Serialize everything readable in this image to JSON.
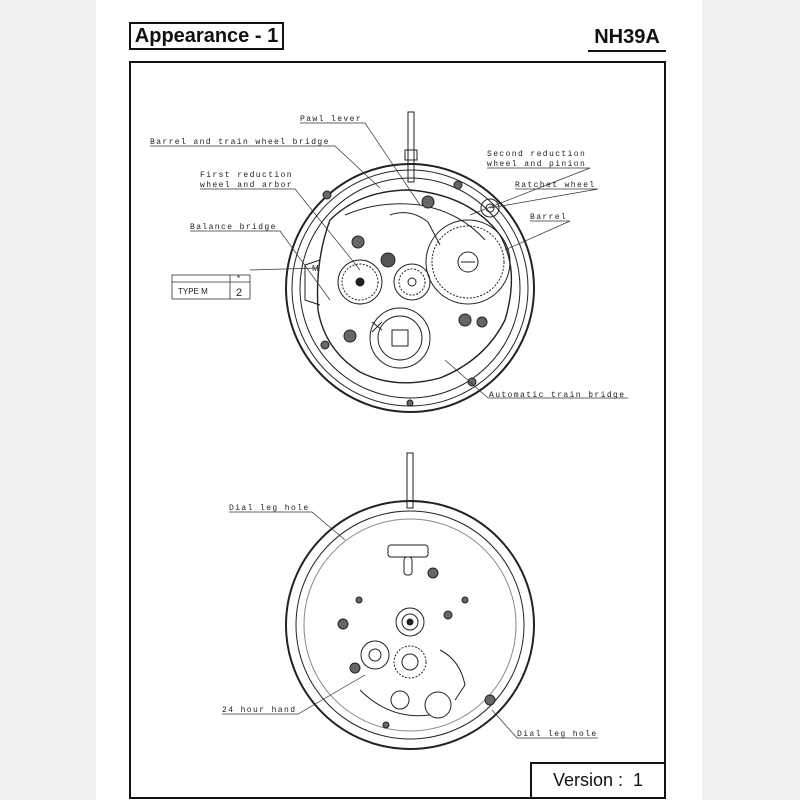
{
  "header": {
    "title": "Appearance - 1",
    "model": "NH39A"
  },
  "top_view": {
    "callouts": {
      "pawl_lever": "Pawl lever",
      "barrel_bridge": "Barrel and train wheel bridge",
      "first_reduction_1": "First reduction",
      "first_reduction_2": "wheel and arbor",
      "balance_bridge": "Balance bridge",
      "second_reduction_1": "Second reduction",
      "second_reduction_2": "wheel and pinion",
      "ratchet_wheel": "Ratchet wheel",
      "barrel": "Barrel",
      "automatic_train_bridge": "Automatic train bridge"
    },
    "type_table": {
      "type_label": "TYPE M",
      "star": "*",
      "value": "2",
      "marker": "M"
    }
  },
  "bottom_view": {
    "callouts": {
      "dial_leg_hole_top": "Dial leg hole",
      "hour24_hand": "24 hour hand",
      "dial_leg_hole_bottom": "Dial leg hole"
    }
  },
  "footer": {
    "version": "Version :  1"
  }
}
